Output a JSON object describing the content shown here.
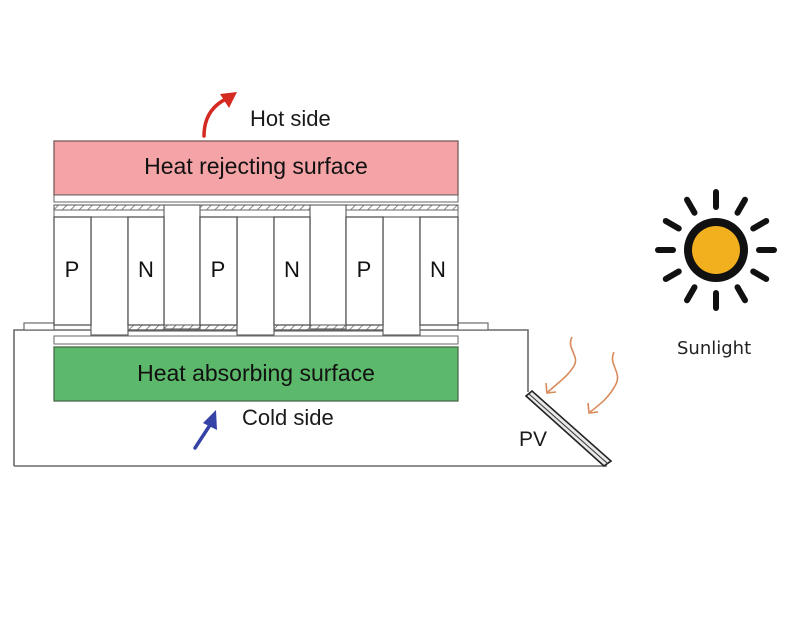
{
  "labels": {
    "hot_side": "Hot side",
    "cold_side": "Cold side",
    "hot_surface": "Heat rejecting surface",
    "cold_surface": "Heat absorbing surface",
    "pv": "PV",
    "sunlight": "Sunlight"
  },
  "legs": [
    "P",
    "N",
    "P",
    "N",
    "P",
    "N"
  ],
  "colors": {
    "hot_surface": "#f4a3a6",
    "cold_surface": "#5cb86a",
    "hot_arrow": "#d42a22",
    "cold_arrow": "#3543a6",
    "sun_core": "#f2b01e",
    "sun_rays": "#111111",
    "light_rays": "#d98a5a"
  },
  "icons": {
    "sun": "sun-icon",
    "hot_arrow": "curved-arrow-up-right-icon",
    "cold_arrow": "arrow-up-right-icon",
    "light": "wavy-light-ray-icon"
  }
}
